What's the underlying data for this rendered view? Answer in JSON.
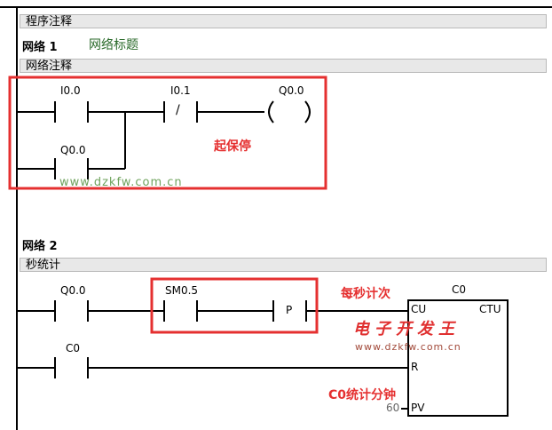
{
  "program_comment": "程序注释",
  "network1": {
    "title": "网络 1",
    "name": "网络标题",
    "comment": "网络注释",
    "contacts": {
      "i00": "I0.0",
      "i01": "I0.1",
      "q00_coil": "Q0.0",
      "q00_contact": "Q0.0",
      "nc_symbol": "/"
    },
    "annotation": "起保停"
  },
  "watermark_url": "www.dzkfw.com.cn",
  "network2": {
    "title": "网络 2",
    "comment": "秒统计",
    "contacts": {
      "q00": "Q0.0",
      "sm05": "SM0.5",
      "p": "P",
      "c0_contact": "C0"
    },
    "counter": {
      "name": "C0",
      "type": "CTU",
      "cu": "CU",
      "r": "R",
      "pv": "PV",
      "pv_value": "60"
    },
    "annotation_top": "每秒计次",
    "annotation_bottom": "C0统计分钟",
    "brand": "电子开发王",
    "brand_url": "www.dzkfw.com.cn"
  },
  "colors": {
    "highlight": "#e53030",
    "comment_bg": "#e8e8e8",
    "title_green": "#2a6a2a"
  }
}
